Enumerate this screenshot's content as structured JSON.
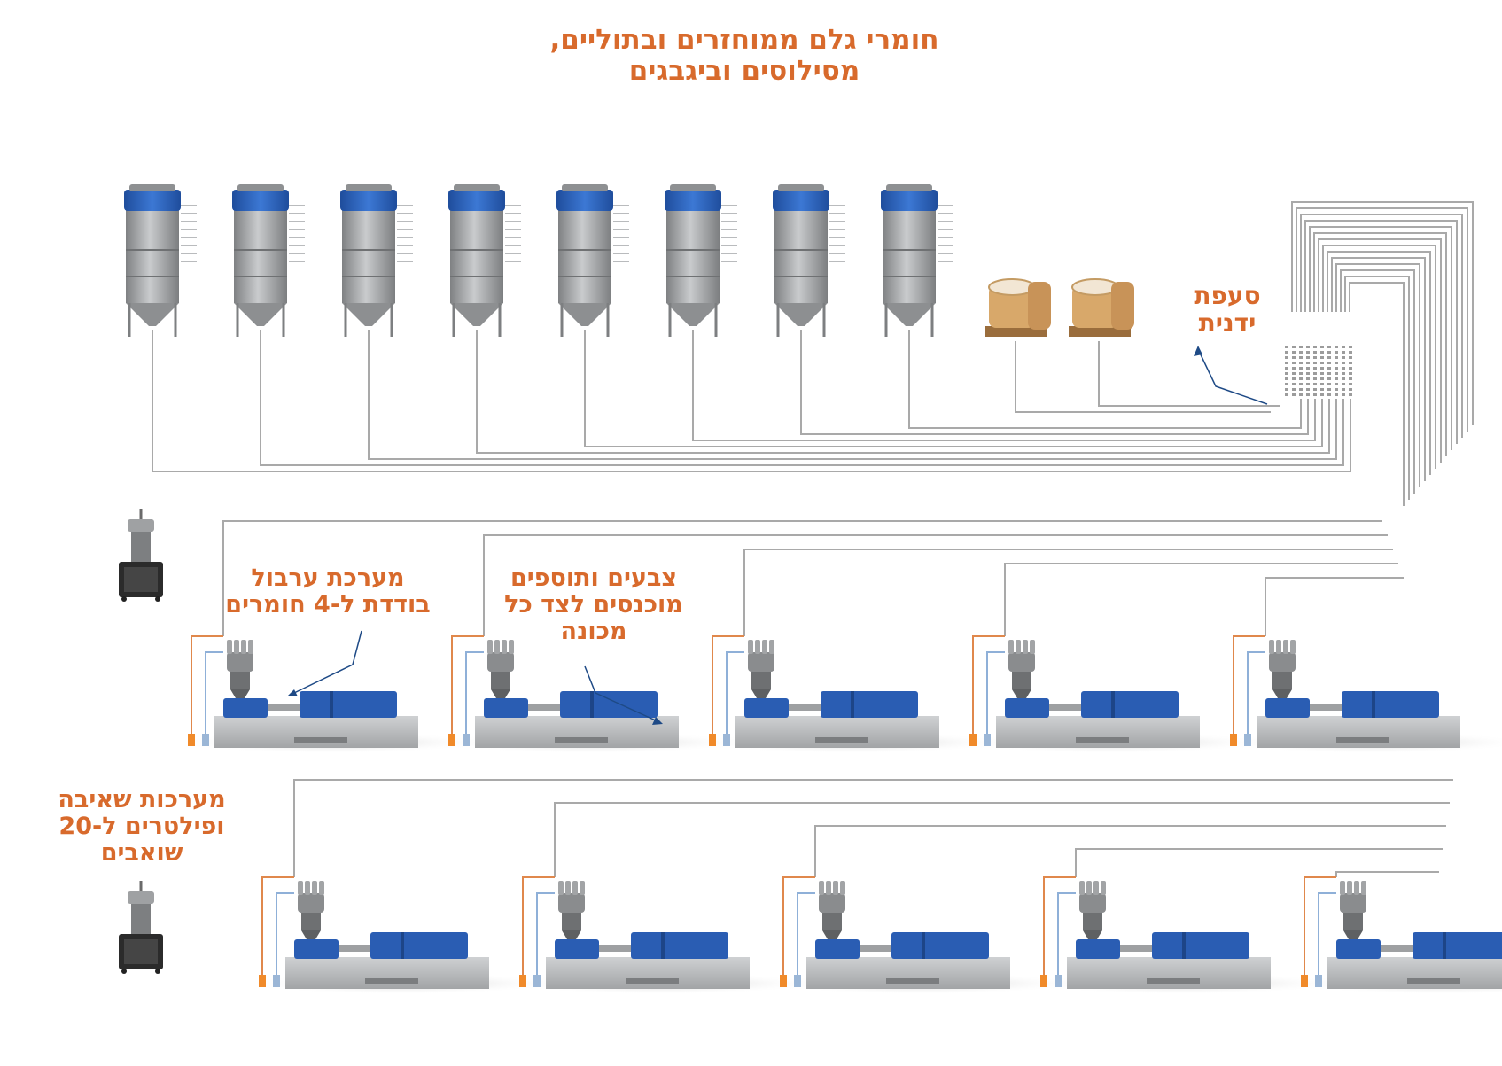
{
  "title": {
    "line1": "חומרי גלם ממוחזרים ובתוליים,",
    "line2": "מסילוסים וביגבגים"
  },
  "labels": {
    "manual_manifold": {
      "line1": "סעפת",
      "line2": "ידנית"
    },
    "mixing_system": {
      "line1": "מערכת ערבול",
      "line2": "בודדת ל-4 חומרים"
    },
    "color_additives": {
      "line1": "צבעים ותוספים",
      "line2": "מוכנסים לצד כל",
      "line3": "מכונה"
    },
    "vacuum_systems": {
      "line1": "מערכות שאיבה",
      "line2": "ופילטרים ל-20",
      "line3": "שואבים"
    }
  },
  "colors": {
    "label_orange": "#d86a2c",
    "silo_gray": "#a7a9ab",
    "silo_blue": "#2f63b8",
    "machine_blue": "#2a5db3",
    "machine_gray": "#c4c6c8",
    "pipe_gray": "#a9a9a9",
    "bigbag_tan": "#d8a86a"
  },
  "icons": {
    "silo": "silo-icon",
    "bigbag": "bigbag-icon",
    "manifold": "manifold-icon",
    "machine": "injection-machine-icon",
    "vacuum_unit": "vacuum-pump-icon"
  }
}
